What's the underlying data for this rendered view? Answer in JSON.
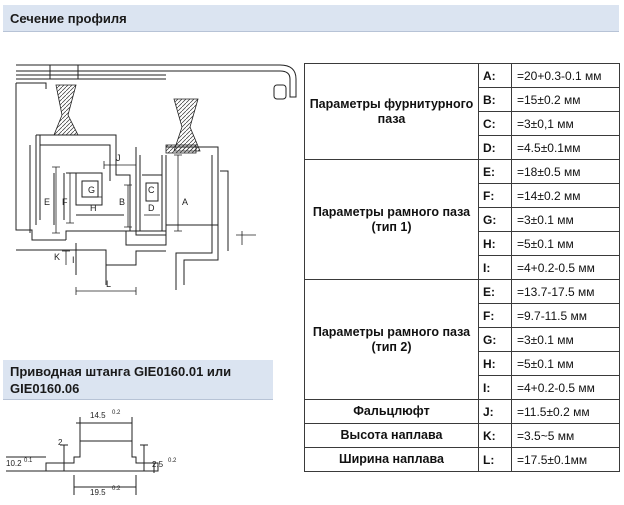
{
  "section_title": "Сечение профиля",
  "rod_title": "Приводная штанга GIE0160.01 или GIE0160.06",
  "groups": [
    {
      "title": "Параметры фурнитурного паза",
      "rows": [
        {
          "letter": "A:",
          "value": "=20+0.3-0.1 мм"
        },
        {
          "letter": "B:",
          "value": "=15±0.2 мм"
        },
        {
          "letter": "C:",
          "value": "=3±0,1 мм"
        },
        {
          "letter": "D:",
          "value": "=4.5±0.1мм"
        }
      ]
    },
    {
      "title": "Параметры рамного паза  (тип 1)",
      "rows": [
        {
          "letter": "E:",
          "value": "=18±0.5 мм"
        },
        {
          "letter": "F:",
          "value": "=14±0.2 мм"
        },
        {
          "letter": "G:",
          "value": "=3±0.1 мм"
        },
        {
          "letter": "H:",
          "value": "=5±0.1 мм"
        },
        {
          "letter": "I:",
          "value": "=4+0.2-0.5 мм"
        }
      ]
    },
    {
      "title": "Параметры рамного паза (тип 2)",
      "rows": [
        {
          "letter": "E:",
          "value": "=13.7-17.5 мм"
        },
        {
          "letter": "F:",
          "value": "=9.7-11.5 мм"
        },
        {
          "letter": "G:",
          "value": "=3±0.1 мм"
        },
        {
          "letter": "H:",
          "value": "=5±0.1 мм"
        },
        {
          "letter": "I:",
          "value": "=4+0.2-0.5 мм"
        }
      ]
    }
  ],
  "singles": [
    {
      "title": "Фальцлюфт",
      "letter": "J:",
      "value": "=11.5±0.2 мм"
    },
    {
      "title": "Высота наплава",
      "letter": "K:",
      "value": "=3.5~5 мм"
    },
    {
      "title": "Ширина наплава",
      "letter": "L:",
      "value": "=17.5±0.1мм"
    }
  ],
  "profile_labels": {
    "A": "A",
    "B": "B",
    "C": "C",
    "D": "D",
    "E": "E",
    "F": "F",
    "G": "G",
    "H": "H",
    "I": "I",
    "J": "J",
    "K": "K",
    "L": "L"
  },
  "rod_dims": {
    "top": "14.5",
    "top_tol": "0.2",
    "left": "10.2",
    "left_tol": "0.1",
    "bottom": "19.5",
    "bottom_tol": "0.2",
    "right": "2.5",
    "right_tol": "0.2",
    "step": "2"
  }
}
